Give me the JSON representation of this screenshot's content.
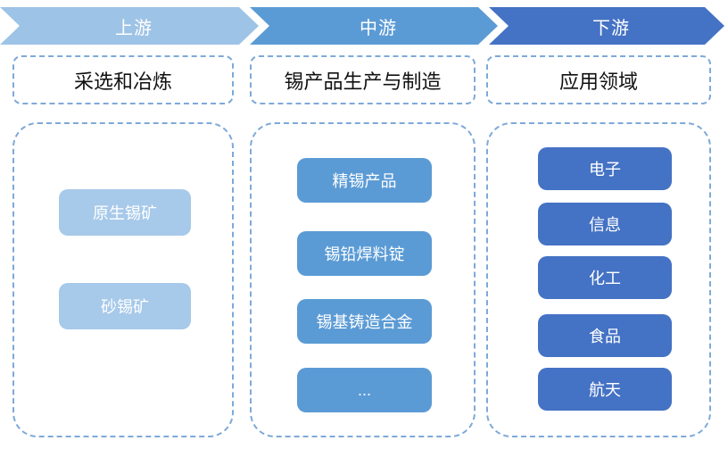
{
  "stages": [
    {
      "label": "上游",
      "color": "#9dc3e6"
    },
    {
      "label": "中游",
      "color": "#5b9bd5"
    },
    {
      "label": "下游",
      "color": "#4472c4"
    }
  ],
  "sections": [
    {
      "title": "采选和冶炼",
      "item_color": "#a7c9ea",
      "items": [
        "原生锡矿",
        "砂锡矿"
      ]
    },
    {
      "title": "锡产品生产与制造",
      "item_color": "#5b9bd5",
      "items": [
        "精锡产品",
        "锡铅焊料锭",
        "锡基铸造合金",
        "..."
      ]
    },
    {
      "title": "应用领域",
      "item_color": "#4472c4",
      "items": [
        "电子",
        "信息",
        "化工",
        "食品",
        "航天"
      ]
    }
  ],
  "colors": {
    "upstream_arrow": "#9dc3e6",
    "midstream_arrow": "#5b9bd5",
    "downstream_arrow": "#4472c4",
    "dashed_border": "#7ea9d9",
    "stage_text": "#ffffff",
    "section_title_text": "#111111",
    "item_text": "#ffffff",
    "background": "#ffffff"
  }
}
